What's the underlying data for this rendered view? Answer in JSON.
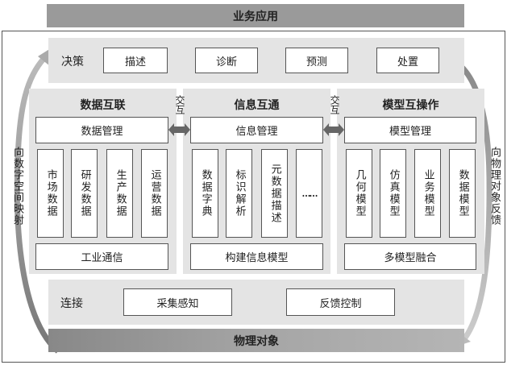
{
  "top_bar": "业务应用",
  "bottom_bar": "物理对象",
  "decision": {
    "label": "决策",
    "items": [
      "描述",
      "诊断",
      "预测",
      "处置"
    ]
  },
  "connection": {
    "label": "连接",
    "items": [
      "采集感知",
      "反馈控制"
    ]
  },
  "interaction_label": "交互",
  "left_arrow_label": "向数字空间映射",
  "right_arrow_label": "向物理对象反馈",
  "panels": [
    {
      "title": "数据互联",
      "manage": "数据管理",
      "items": [
        "市场数据",
        "研发数据",
        "生产数据",
        "运营数据"
      ],
      "bottom": "工业通信"
    },
    {
      "title": "信息互通",
      "manage": "信息管理",
      "items": [
        "数据字典",
        "标识解析",
        "元数据描述",
        "……"
      ],
      "bottom": "构建信息模型"
    },
    {
      "title": "模型互操作",
      "manage": "模型管理",
      "items": [
        "几何模型",
        "仿真模型",
        "业务模型",
        "数据模型"
      ],
      "bottom": "多模型融合"
    }
  ],
  "colors": {
    "bar": "#9a9a9a",
    "band": "#e4e4e4",
    "border": "#555555"
  }
}
